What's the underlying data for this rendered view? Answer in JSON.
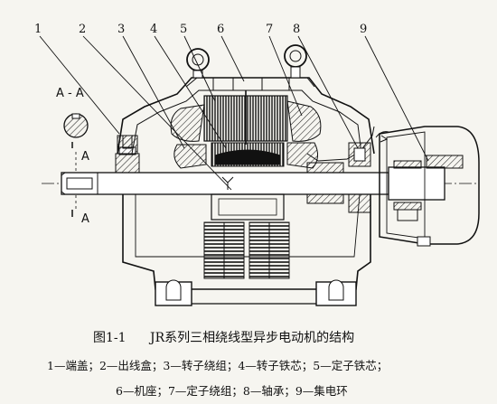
{
  "section_marks": {
    "title": "A - A",
    "upper": "A",
    "lower": "A"
  },
  "callouts": [
    "1",
    "2",
    "3",
    "4",
    "5",
    "6",
    "7",
    "8",
    "9"
  ],
  "caption": {
    "number": "图1-1",
    "text": "JR系列三相绕线型异步电动机的结构"
  },
  "legend": {
    "line1": "1—端盖；2—出线盒；3—转子绕组；4—转子铁芯；5—定子铁芯；",
    "line2": "6—机座；7—定子绕组；8—轴承；9—集电环"
  }
}
